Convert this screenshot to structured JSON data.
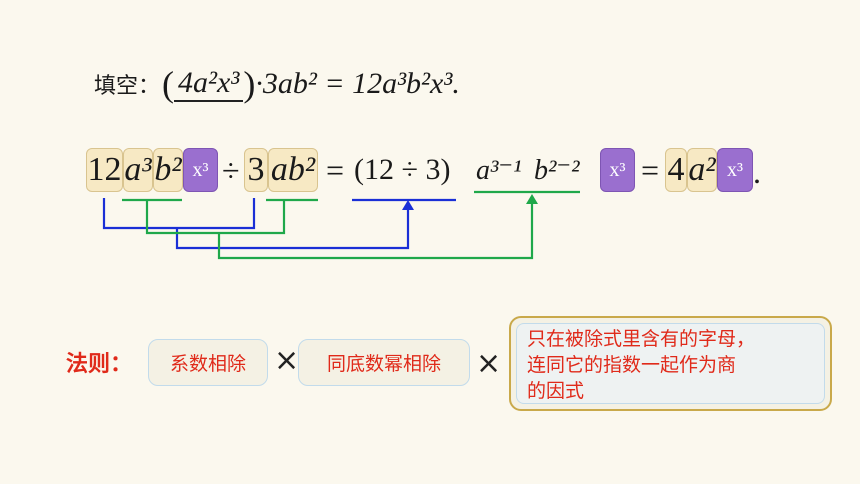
{
  "line1": {
    "label": "填空：",
    "blank": "4a²x³",
    "rest": "·3ab² = 12a³b²x³."
  },
  "line2": {
    "box_12": "12",
    "box_a3": "a³",
    "box_b2": "b²",
    "box_x3": "x³",
    "div": "÷",
    "box_3": "3",
    "box_ab2": "ab²",
    "eq1": "=",
    "coef": "(12 ÷ 3)",
    "pow_a": "a³⁻¹",
    "pow_b": "b²⁻²",
    "res_x3": "x³",
    "eq2": "=",
    "res_4": "4",
    "res_a2": "a²",
    "res_x3b": "x³",
    "dot": "."
  },
  "rule": {
    "label": "法则：",
    "box1": "系数相除",
    "times": "×",
    "box2": "同底数幂相除",
    "box3_line1": "只在被除式里含有的字母，",
    "box3_line2": "连同它的指数一起作为商",
    "box3_line3": "的因式"
  },
  "colors": {
    "blue_line": "#1a2fd6",
    "green_line": "#1fa84a",
    "red_text": "#e02a1a",
    "purple_box": "#9a6fcf",
    "yellow_box": "#f7e9c4"
  }
}
